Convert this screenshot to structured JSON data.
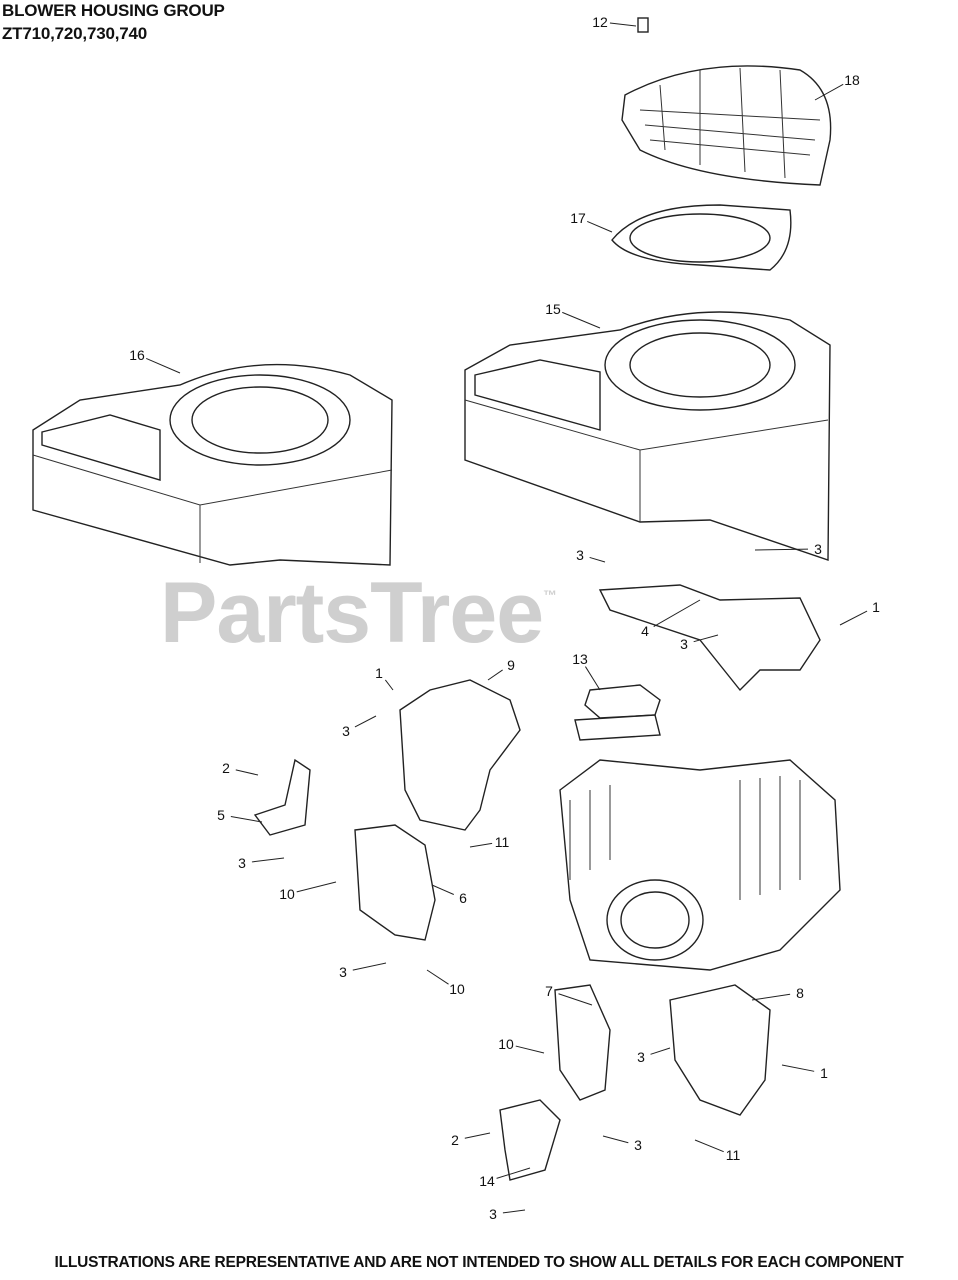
{
  "header": {
    "title": "BLOWER HOUSING GROUP",
    "models": "ZT710,720,730,740"
  },
  "watermark": {
    "text": "PartsTree",
    "mark": "™"
  },
  "footer": {
    "disclaimer": "ILLUSTRATIONS ARE REPRESENTATIVE AND ARE NOT INTENDED TO SHOW ALL DETAILS FOR EACH COMPONENT"
  },
  "callouts": [
    "12",
    "18",
    "17",
    "15",
    "16",
    "3",
    "3",
    "1",
    "4",
    "3",
    "13",
    "1",
    "9",
    "3",
    "2",
    "5",
    "11",
    "3",
    "10",
    "6",
    "3",
    "10",
    "7",
    "8",
    "10",
    "3",
    "1",
    "2",
    "3",
    "11",
    "14",
    "3"
  ]
}
